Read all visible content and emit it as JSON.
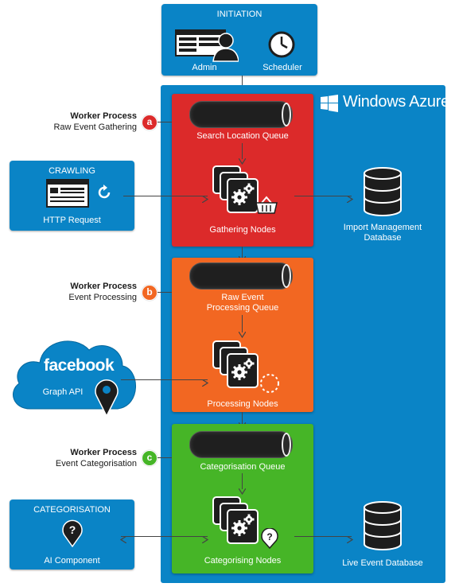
{
  "initiation": {
    "title": "INITIATION",
    "admin": "Admin",
    "scheduler": "Scheduler"
  },
  "azure": {
    "brand": "Windows Azure"
  },
  "worker_a": {
    "badge": "a",
    "title": "Worker Process",
    "sub": "Raw Event Gathering"
  },
  "worker_b": {
    "badge": "b",
    "title": "Worker Process",
    "sub": "Event Processing"
  },
  "worker_c": {
    "badge": "c",
    "title": "Worker Process",
    "sub": "Event Categorisation"
  },
  "stage_red": {
    "queue_label": "Search Location Queue",
    "nodes_label": "Gathering Nodes"
  },
  "stage_orange": {
    "queue_label_1": "Raw Event",
    "queue_label_2": "Processing Queue",
    "nodes_label": "Processing Nodes"
  },
  "stage_green": {
    "queue_label": "Categorisation Queue",
    "nodes_label": "Categorising Nodes"
  },
  "crawling": {
    "title": "CRAWLING",
    "label": "HTTP Request"
  },
  "facebook": {
    "brand": "facebook",
    "label": "Graph API"
  },
  "categorisation": {
    "title": "CATEGORISATION",
    "label": "AI Component",
    "glyph": "?"
  },
  "db_import": {
    "line1": "Import Management",
    "line2": "Database"
  },
  "db_live": {
    "label": "Live Event Database"
  },
  "colors": {
    "azure": "#0a84c6",
    "red": "#dc2a2a",
    "orange": "#f26722",
    "green": "#46b527"
  },
  "icons": [
    "admin-icon",
    "clock-icon",
    "browser-icon",
    "refresh-icon",
    "gear-icon",
    "basket-icon",
    "spinner-icon",
    "question-icon",
    "map-pin-icon",
    "database-icon",
    "windows-logo-icon",
    "cloud-icon"
  ]
}
